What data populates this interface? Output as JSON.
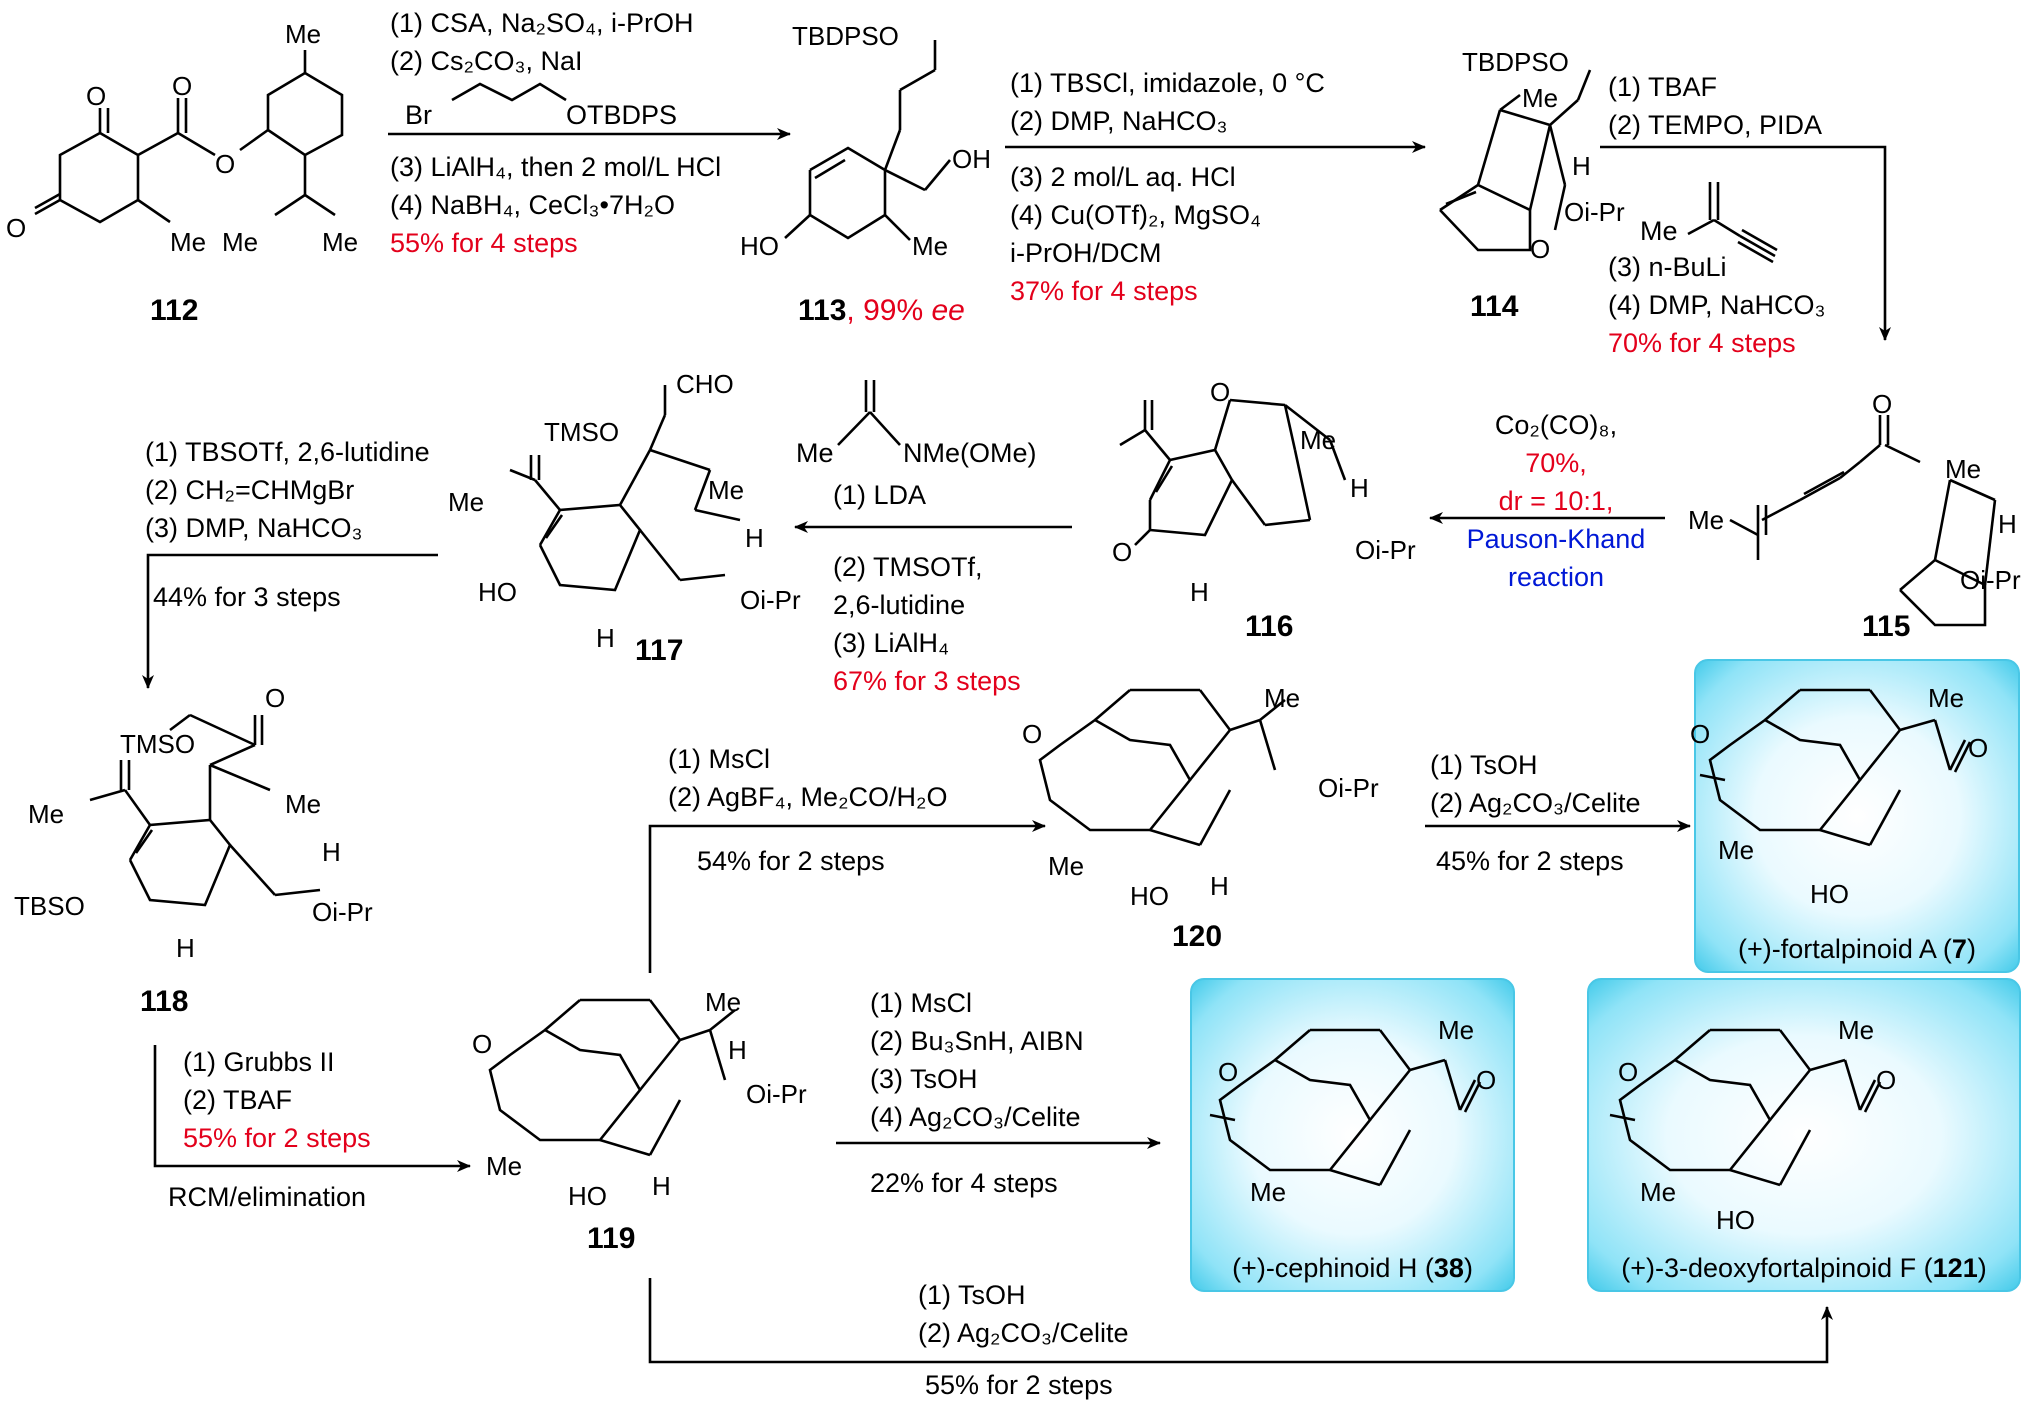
{
  "compounds": {
    "c112": "112",
    "c113": "113",
    "c113_ee": ", 99% ",
    "c113_ee_italic": "ee",
    "c114": "114",
    "c115": "115",
    "c116": "116",
    "c117": "117",
    "c118": "118",
    "c119": "119",
    "c120": "120"
  },
  "targets": {
    "t7": {
      "prefix": "(+)-fortalpinoid A (",
      "num": "7",
      "suffix": ")"
    },
    "t38": {
      "prefix": "(+)-cephinoid H (",
      "num": "38",
      "suffix": ")"
    },
    "t121": {
      "prefix": "(+)-3-deoxyfortalpinoid F (",
      "num": "121",
      "suffix": ")"
    }
  },
  "steps": {
    "s1": {
      "l1": "(1) CSA, Na₂SO₄, i-PrOH",
      "l2": "(2) Cs₂CO₃, NaI",
      "reagent_br": "Br",
      "reagent_otbdps": "OTBDPS",
      "l3": "(3) LiAlH₄, then 2 mol/L HCl",
      "l4": "(4) NaBH₄, CeCl₃•7H₂O",
      "yield": "55% for 4 steps"
    },
    "s2": {
      "l1": "(1) TBSCl, imidazole, 0 °C",
      "l2": "(2) DMP, NaHCO₃",
      "l3": "(3) 2 mol/L aq. HCl",
      "l4": "(4) Cu(OTf)₂, MgSO₄",
      "l5": "i-PrOH/DCM",
      "yield": "37% for 4 steps"
    },
    "s3": {
      "l1": "(1) TBAF",
      "l2": "(2) TEMPO, PIDA",
      "reagent_me": "Me",
      "l3": "(3) n-BuLi",
      "l4": "(4) DMP, NaHCO₃",
      "yield": "70% for 4 steps"
    },
    "s4": {
      "l1": "Co₂(CO)₈,",
      "l2": "70%,",
      "l3": "dr = 10:1,",
      "l4": "Pauson-Khand",
      "l5": "reaction"
    },
    "s5": {
      "reagent_me": "Me",
      "reagent_n": "NMe(OMe)",
      "l1": "(1) LDA",
      "l2": "(2) TMSOTf,",
      "l3": "2,6-lutidine",
      "l4": "(3) LiAlH₄",
      "yield": "67% for 3 steps"
    },
    "s6": {
      "l1": "(1) TBSOTf, 2,6-lutidine",
      "l2": "(2) CH₂=CHMgBr",
      "l3": "(3) DMP, NaHCO₃",
      "yield": "44% for 3 steps"
    },
    "s7": {
      "l1": "(1) Grubbs II",
      "l2": "(2) TBAF",
      "yield": "55% for 2 steps",
      "note": "RCM/elimination"
    },
    "s8": {
      "l1": "(1) MsCl",
      "l2": "(2) AgBF₄, Me₂CO/H₂O",
      "yield": "54% for 2 steps"
    },
    "s9": {
      "l1": "(1) TsOH",
      "l2": "(2) Ag₂CO₃/Celite",
      "yield": "45% for 2 steps"
    },
    "s10": {
      "l1": "(1) MsCl",
      "l2": "(2) Bu₃SnH, AIBN",
      "l3": "(3) TsOH",
      "l4": "(4) Ag₂CO₃/Celite",
      "yield": "22% for 4 steps"
    },
    "s11": {
      "l1": "(1) TsOH",
      "l2": "(2) Ag₂CO₃/Celite",
      "yield": "55% for 2 steps"
    }
  },
  "atoms": {
    "o": "O",
    "me": "Me",
    "h": "H",
    "oh": "OH",
    "ho": "HO",
    "oipr": "Oi-Pr",
    "tbdpso": "TBDPSO",
    "tmso": "TMSO",
    "tbso": "TBSO",
    "cho": "CHO"
  },
  "colors": {
    "yield": "#e3001b",
    "named_reaction": "#0018d6",
    "target_box": "#45cbea"
  }
}
